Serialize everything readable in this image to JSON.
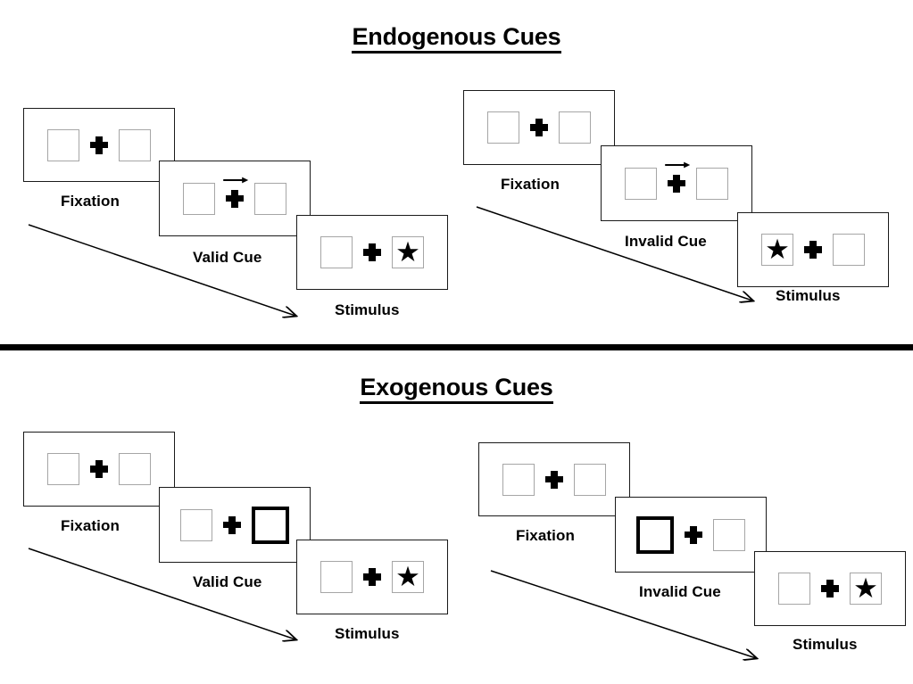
{
  "page": {
    "background": "#ffffff",
    "ink": "#000000",
    "box_border_color": "#a6a6a6",
    "frame_border_color": "#1a1a1a",
    "cue_highlight_color": "#000000"
  },
  "sections": [
    {
      "id": "endogenous",
      "title": "Endogenous Cues",
      "cue_type": "arrow",
      "sequences": [
        {
          "id": "endogenous-valid",
          "validity": "valid",
          "steps": [
            {
              "label": "Fixation",
              "left_box": "empty",
              "right_box": "empty",
              "cue": "none"
            },
            {
              "label": "Valid Cue",
              "left_box": "empty",
              "right_box": "empty",
              "cue": "arrow-right"
            },
            {
              "label": "Stimulus",
              "left_box": "empty",
              "right_box": "star",
              "cue": "none"
            }
          ]
        },
        {
          "id": "endogenous-invalid",
          "validity": "invalid",
          "steps": [
            {
              "label": "Fixation",
              "left_box": "empty",
              "right_box": "empty",
              "cue": "none"
            },
            {
              "label": "Invalid Cue",
              "left_box": "empty",
              "right_box": "empty",
              "cue": "arrow-right"
            },
            {
              "label": "Stimulus",
              "left_box": "star",
              "right_box": "empty",
              "cue": "none"
            }
          ]
        }
      ]
    },
    {
      "id": "exogenous",
      "title": "Exogenous Cues",
      "cue_type": "box-flash",
      "sequences": [
        {
          "id": "exogenous-valid",
          "validity": "valid",
          "steps": [
            {
              "label": "Fixation",
              "left_box": "empty",
              "right_box": "empty",
              "cue": "none"
            },
            {
              "label": "Valid Cue",
              "left_box": "empty",
              "right_box": "highlight",
              "cue": "box-right"
            },
            {
              "label": "Stimulus",
              "left_box": "empty",
              "right_box": "star",
              "cue": "none"
            }
          ]
        },
        {
          "id": "exogenous-invalid",
          "validity": "invalid",
          "steps": [
            {
              "label": "Fixation",
              "left_box": "empty",
              "right_box": "empty",
              "cue": "none"
            },
            {
              "label": "Invalid Cue",
              "left_box": "highlight",
              "right_box": "empty",
              "cue": "box-left"
            },
            {
              "label": "Stimulus",
              "left_box": "empty",
              "right_box": "star",
              "cue": "none"
            }
          ]
        }
      ]
    }
  ],
  "glyphs": {
    "star": "★",
    "fixation_cross": "plus",
    "cue_arrow": "arrow-right-icon"
  },
  "labels": {
    "fixation": "Fixation",
    "valid_cue": "Valid Cue",
    "invalid_cue": "Invalid Cue",
    "stimulus": "Stimulus"
  },
  "titles": {
    "endogenous": "Endogenous Cues",
    "exogenous": "Exogenous Cues"
  }
}
